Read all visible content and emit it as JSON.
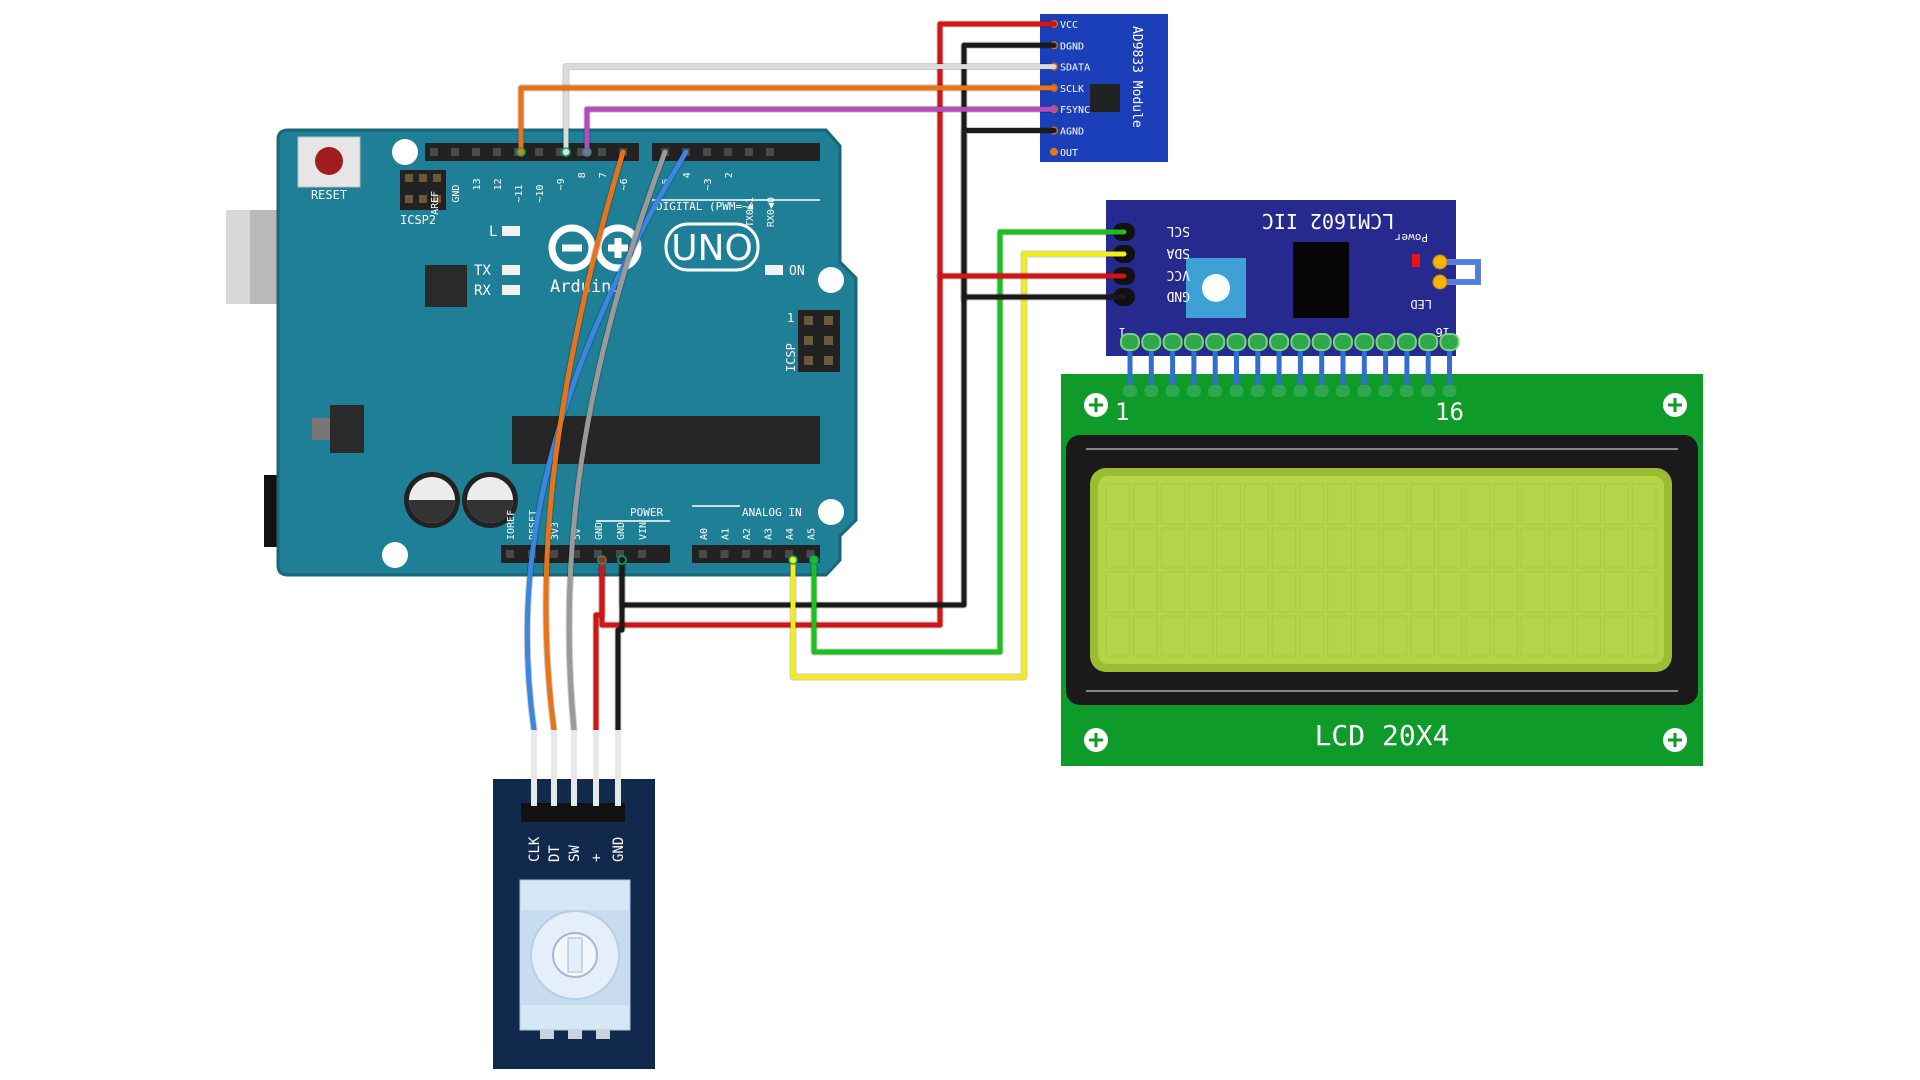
{
  "arduino": {
    "brand": "Arduino",
    "model": "UNO",
    "reset_label": "RESET",
    "icsp2_label": "ICSP2",
    "icsp_label": "ICSP",
    "icsp_pin1": "1",
    "led_l": "L",
    "led_tx": "TX",
    "led_rx": "RX",
    "led_on": "ON",
    "digital_label": "DIGITAL (PWM=~)",
    "power_label": "POWER",
    "analog_label": "ANALOG IN",
    "top_pins": [
      "AREF",
      "GND",
      "13",
      "12",
      "~11",
      "~10",
      "~9",
      "8",
      "7",
      "~6",
      "~5",
      "4",
      "~3",
      "2",
      "TX0▶1",
      "RX0◀0"
    ],
    "power_pins": [
      "IOREF",
      "RESET",
      "3V3",
      "5V",
      "GND",
      "GND",
      "VIN"
    ],
    "analog_pins": [
      "A0",
      "A1",
      "A2",
      "A3",
      "A4",
      "A5"
    ]
  },
  "ad9833": {
    "title": "AD9833 Module",
    "pins": [
      "VCC",
      "DGND",
      "SDATA",
      "SCLK",
      "FSYNC",
      "AGND",
      "OUT"
    ]
  },
  "i2c_backpack": {
    "title": "LCM1602 IIC",
    "power_label": "Power",
    "led_label": "LED",
    "pins": [
      "SCL",
      "SDA",
      "VCC",
      "GND"
    ],
    "pin_first": "1",
    "pin_last": "16"
  },
  "lcd": {
    "label": "LCD 20X4",
    "pin_first": "1",
    "pin_last": "16"
  },
  "encoder": {
    "pins": [
      "CLK",
      "DT",
      "SW",
      "+",
      "GND"
    ]
  },
  "wire_colors": {
    "red": "#d21414",
    "black": "#1a1a1a",
    "white": "#dcdcdc",
    "orange": "#e8741a",
    "purple": "#b44dba",
    "green": "#1fbf1f",
    "yellow": "#f2ec1a",
    "blue": "#3a86e0",
    "gray": "#9a9a9a"
  },
  "colors": {
    "board": "#1f7f97",
    "board_dark": "#1a6b80",
    "ad9833_board": "#1b3fb8",
    "backpack_board": "#262a8e",
    "lcd_pcb": "#0f9b2a",
    "lcd_glass": "#b6d44a",
    "encoder_board": "#10294d"
  }
}
